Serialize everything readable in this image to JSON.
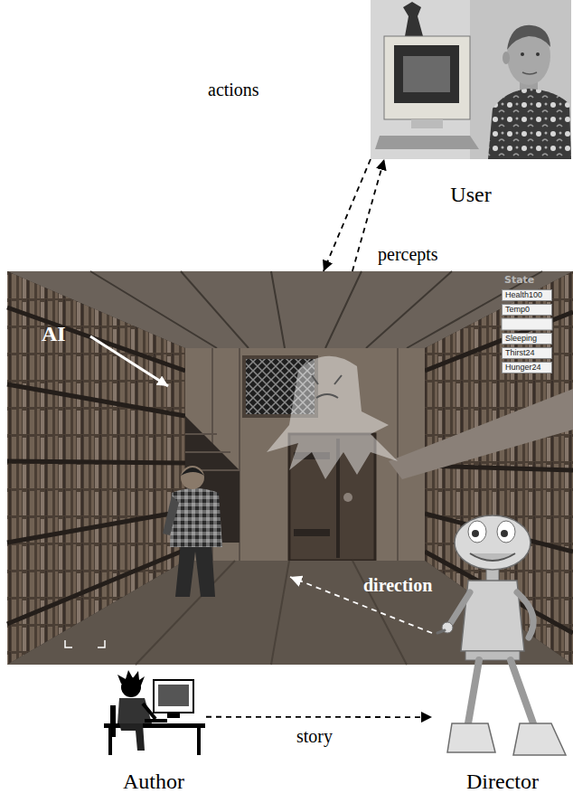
{
  "diagram": {
    "nodes": [
      {
        "text": [
          "User"
        ]
      },
      {
        "text": [
          "State",
          "Health100",
          "Temp0",
          "Sleeping",
          "Thirst24",
          "Hunger24"
        ]
      },
      {
        "text": [
          "Author"
        ]
      },
      {
        "text": [
          "Director"
        ]
      }
    ],
    "edges": [
      {
        "from": 0,
        "to": 1,
        "arrow": "to",
        "label": "actions"
      },
      {
        "from": 1,
        "to": 0,
        "arrow": "to",
        "label": "percepts"
      },
      {
        "from": 3,
        "to": 1,
        "arrow": "to",
        "label": "direction"
      },
      {
        "from": 2,
        "to": 3,
        "arrow": "to",
        "label": "story"
      }
    ],
    "labels": [
      "AI"
    ]
  }
}
